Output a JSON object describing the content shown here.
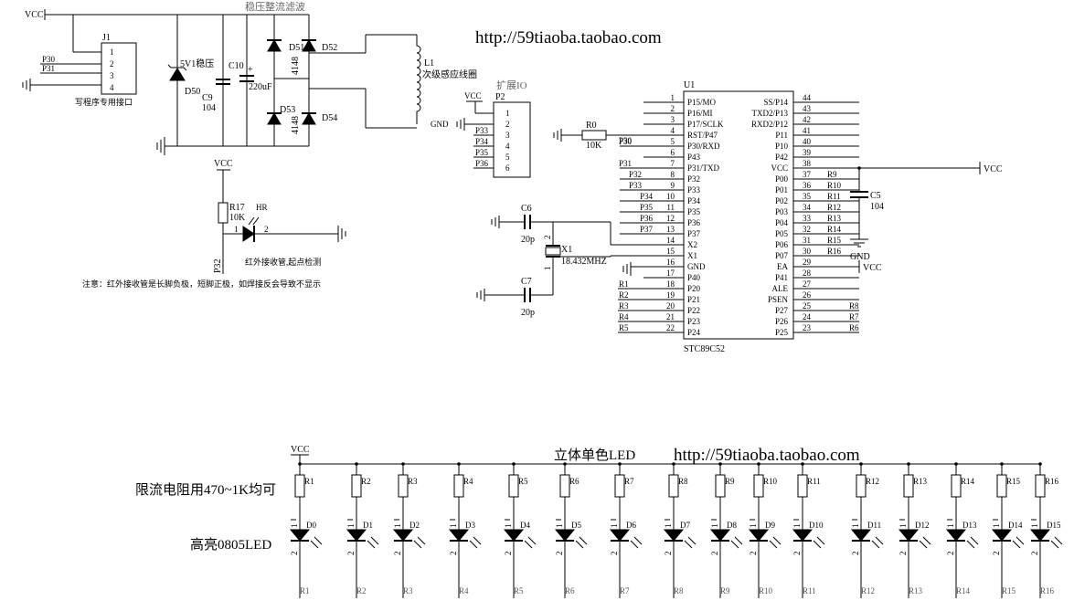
{
  "urls": [
    "http://59tiaoba.taobao.com",
    "http://59tiaoba.taobao.com"
  ],
  "power": {
    "vcc": "VCC",
    "gnd": "GND"
  },
  "j1": {
    "ref": "J1",
    "pins": [
      "1",
      "2",
      "3",
      "4"
    ],
    "nets": [
      "P30",
      "P31"
    ],
    "caption": "写程序专用接口"
  },
  "regulator": {
    "section_title": "稳压整流滤波",
    "zener_ref": "D50",
    "zener_label": "5V1稳压",
    "c9_ref": "C9",
    "c9_value": "104",
    "c10_ref": "C10",
    "c10_polarity": "+",
    "c10_value": "220uF",
    "diodes": [
      "D51",
      "D52",
      "D53",
      "D54"
    ],
    "diode_part": "4148",
    "coil_ref": "L1",
    "coil_label": "次级感应线圈"
  },
  "ir": {
    "r17_ref": "R17",
    "r17_value": "10K",
    "hr_ref": "HR",
    "pin1": "1",
    "pin2": "2",
    "net": "P32",
    "caption": "红外接收管,起点检测",
    "note": "注意：红外接收管是长脚负极，短脚正极，如焊接反会导致不显示"
  },
  "expansion": {
    "title": "扩展IO",
    "ref": "P2",
    "gnd": "GND",
    "pins": [
      "1",
      "2",
      "3",
      "4",
      "5",
      "6"
    ],
    "nets": [
      "P33",
      "P34",
      "P35",
      "P36"
    ]
  },
  "reset": {
    "r0_ref": "R0",
    "r0_value": "10K",
    "net": "P30"
  },
  "crystal": {
    "c6_ref": "C6",
    "c6_value": "20p",
    "c7_ref": "C7",
    "c7_value": "20p",
    "x_ref": "X1",
    "x_freq": "18.432MHZ",
    "pin1": "1",
    "pin2": "2"
  },
  "mcu": {
    "ref": "U1",
    "part": "STC89C52",
    "left_pins": [
      {
        "num": "1",
        "name": "P15/MO",
        "net": ""
      },
      {
        "num": "2",
        "name": "P16/MI",
        "net": ""
      },
      {
        "num": "3",
        "name": "P17/SCLK",
        "net": ""
      },
      {
        "num": "4",
        "name": "RST/P47",
        "net": ""
      },
      {
        "num": "5",
        "name": "P30/RXD",
        "net": "P30"
      },
      {
        "num": "6",
        "name": "P43",
        "net": ""
      },
      {
        "num": "7",
        "name": "P31/TXD",
        "net": "P31"
      },
      {
        "num": "8",
        "name": "P32",
        "net": "P32"
      },
      {
        "num": "9",
        "name": "P33",
        "net": "P33"
      },
      {
        "num": "10",
        "name": "P34",
        "net": "P34"
      },
      {
        "num": "11",
        "name": "P35",
        "net": "P35"
      },
      {
        "num": "12",
        "name": "P36",
        "net": "P36"
      },
      {
        "num": "13",
        "name": "P37",
        "net": "P37"
      },
      {
        "num": "14",
        "name": "X2",
        "net": ""
      },
      {
        "num": "15",
        "name": "X1",
        "net": ""
      },
      {
        "num": "16",
        "name": "GND",
        "net": ""
      },
      {
        "num": "17",
        "name": "P40",
        "net": ""
      },
      {
        "num": "18",
        "name": "P20",
        "net": "R1"
      },
      {
        "num": "19",
        "name": "P21",
        "net": "R2"
      },
      {
        "num": "20",
        "name": "P22",
        "net": "R3"
      },
      {
        "num": "21",
        "name": "P23",
        "net": "R4"
      },
      {
        "num": "22",
        "name": "P24",
        "net": "R5"
      }
    ],
    "right_pins": [
      {
        "num": "44",
        "name": "SS/P14",
        "net": ""
      },
      {
        "num": "43",
        "name": "TXD2/P13",
        "net": ""
      },
      {
        "num": "42",
        "name": "RXD2/P12",
        "net": ""
      },
      {
        "num": "41",
        "name": "P11",
        "net": ""
      },
      {
        "num": "40",
        "name": "P10",
        "net": ""
      },
      {
        "num": "39",
        "name": "P42",
        "net": ""
      },
      {
        "num": "38",
        "name": "VCC",
        "net": ""
      },
      {
        "num": "37",
        "name": "P00",
        "net": "R9"
      },
      {
        "num": "36",
        "name": "P01",
        "net": "R10"
      },
      {
        "num": "35",
        "name": "P02",
        "net": "R11"
      },
      {
        "num": "34",
        "name": "P03",
        "net": "R12"
      },
      {
        "num": "33",
        "name": "P04",
        "net": "R13"
      },
      {
        "num": "32",
        "name": "P05",
        "net": "R14"
      },
      {
        "num": "31",
        "name": "P06",
        "net": "R15"
      },
      {
        "num": "30",
        "name": "P07",
        "net": "R16"
      },
      {
        "num": "29",
        "name": "EA",
        "net": ""
      },
      {
        "num": "28",
        "name": "P41",
        "net": ""
      },
      {
        "num": "27",
        "name": "ALE",
        "net": ""
      },
      {
        "num": "26",
        "name": "PSEN",
        "net": ""
      },
      {
        "num": "25",
        "name": "P27",
        "net": "R8"
      },
      {
        "num": "24",
        "name": "P26",
        "net": "R7"
      },
      {
        "num": "23",
        "name": "P25",
        "net": "R6"
      }
    ],
    "c5_ref": "C5",
    "c5_value": "104"
  },
  "leds": {
    "title": "立体单色LED",
    "resistor_note": "限流电阻用470~1K均可",
    "led_note": "高亮0805LED",
    "pin1": "1",
    "pin2": "2",
    "resistors": [
      "R1",
      "R2",
      "R3",
      "R4",
      "R5",
      "R6",
      "R7",
      "R8",
      "R9",
      "R10",
      "R11",
      "R12",
      "R13",
      "R14",
      "R15",
      "R16"
    ],
    "diodes": [
      "D0",
      "D1",
      "D2",
      "D3",
      "D4",
      "D5",
      "D6",
      "D7",
      "D8",
      "D9",
      "D10",
      "D11",
      "D12",
      "D13",
      "D14",
      "D15"
    ],
    "nets": [
      "R1",
      "R2",
      "R3",
      "R4",
      "R5",
      "R6",
      "R7",
      "R8",
      "R9",
      "R10",
      "R11",
      "R12",
      "R13",
      "R14",
      "R15",
      "R16"
    ]
  }
}
